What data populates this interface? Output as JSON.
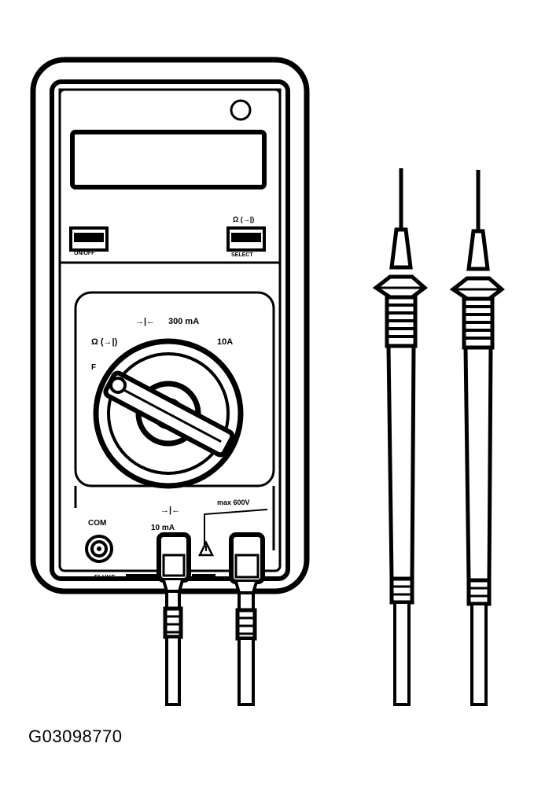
{
  "figure": {
    "code": "G03098770"
  },
  "meter": {
    "dial_labels": {
      "diode_top": "→|←",
      "ma_300": "300 mA",
      "ohm_diode": "Ω (→|)",
      "amp_10": "10A",
      "farad": "F"
    },
    "jack_labels": {
      "com": "COM",
      "diode_jack": "→|←",
      "ma_jack": "10 mA",
      "max_voltage": "max 600V"
    },
    "button_labels": {
      "left_button": "ON/OFF",
      "right_button_top": "Ω (→|)",
      "right_button_bottom": "SELECT"
    },
    "brand": "FLUKE"
  },
  "colors": {
    "ink": "#000000",
    "paper": "#ffffff"
  }
}
